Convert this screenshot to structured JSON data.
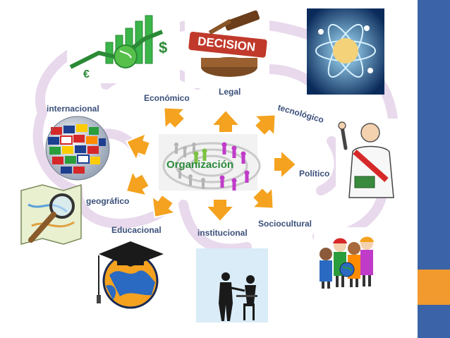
{
  "colors": {
    "side_bar": "#3a63a8",
    "side_accent": "#f39a2e",
    "label_text": "#3a4f7a",
    "arrow_fill": "#f4a21f",
    "arrow_stroke": "#ffffff",
    "brain_outline": "#e8d9ec",
    "center_text": "#2b8a3b"
  },
  "center": {
    "label": "Organización"
  },
  "labels": {
    "legal": "Legal",
    "economico": "Económico",
    "tecnologico": "tecnológico",
    "internacional": "internacional",
    "politico": "Político",
    "geografico": "geográfico",
    "sociocultural": "Sociocultural",
    "educacional": "Educacional",
    "institucional": "institucional"
  },
  "images": {
    "gavel_text": "DECISION"
  },
  "icons": [
    "economy-growth-icon",
    "decision-gavel-icon",
    "technology-atom-icon",
    "flag-globe-icon",
    "politician-icon",
    "map-magnifier-icon",
    "graduation-globe-icon",
    "business-handshake-icon",
    "cultural-children-icon"
  ]
}
